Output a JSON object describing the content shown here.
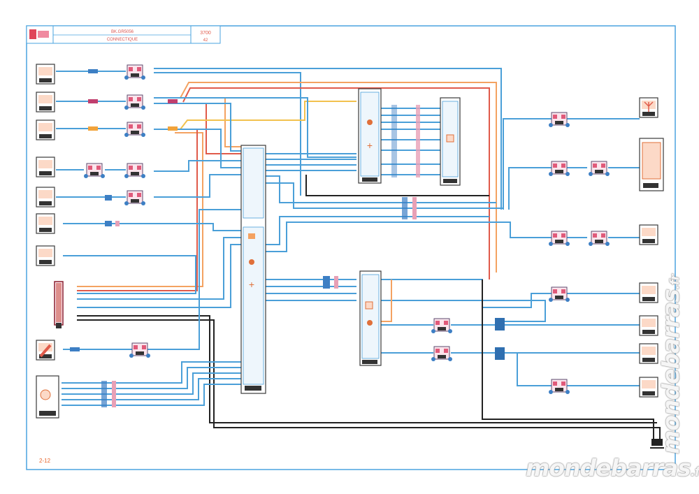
{
  "title_block": {
    "line1": "BK.GR5056",
    "line2": "CONNECTIQUE",
    "code": "3700",
    "code_sub": "42"
  },
  "page_ref": "2-12",
  "watermark": {
    "text": "mondebarras",
    "suffix": ".fr"
  },
  "colors": {
    "frame": "#4aa3df",
    "wire_blue": "#4a9fd8",
    "wire_orange": "#f4a261",
    "wire_red": "#e05a4a",
    "wire_black": "#222222",
    "wire_yellow": "#f2c14e",
    "connector_pink": "#e8a0b6",
    "connector_blue": "#2f6fb0"
  }
}
